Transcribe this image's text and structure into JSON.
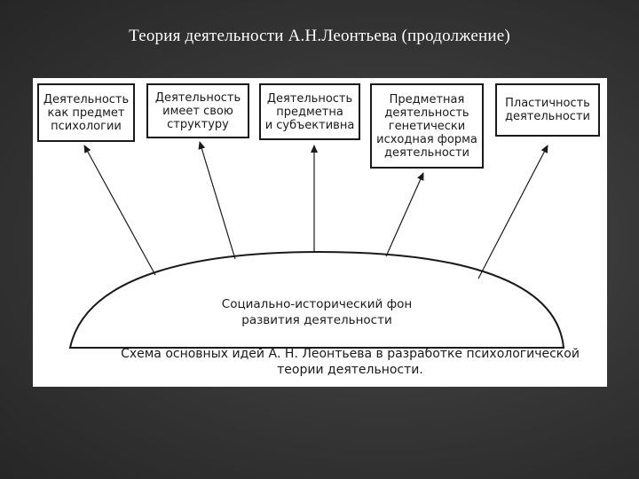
{
  "slide": {
    "title": "Теория деятельности А.Н.Леонтьева (продолжение)"
  },
  "diagram": {
    "boxes": [
      {
        "id": "activity-subject",
        "text": "Деятельность\nкак предмет\nпсихологии"
      },
      {
        "id": "activity-structure",
        "text": "Деятельность\nимеет свою\nструктуру"
      },
      {
        "id": "activity-objectness",
        "text": "Деятельность\nпредметна\nи субъективна"
      },
      {
        "id": "activity-genetic",
        "text": "Предметная\nдеятельность\nгенетически\nисходная форма\nдеятельности"
      },
      {
        "id": "activity-plasticity",
        "text": "Пластичность\nдеятельности"
      }
    ],
    "base_label": "Социально-исторический фон\nразвития деятельности",
    "caption": "Схема основных идей А. Н. Леонтьева в разработке психологической\nтеории деятельности."
  },
  "colors": {
    "background": "#353535",
    "title": "#ffffff",
    "scan_background": "#ffffff",
    "ink": "#1a1a1a"
  }
}
